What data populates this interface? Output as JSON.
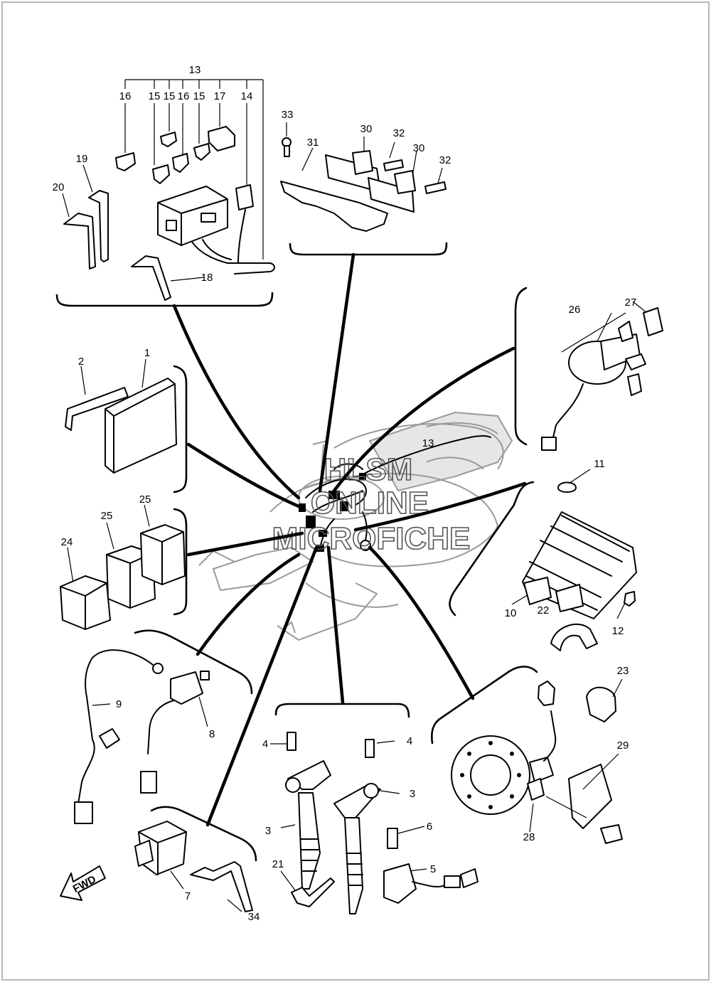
{
  "labels": {
    "l1": "1",
    "l2": "2",
    "l3a": "3",
    "l3b": "3",
    "l4a": "4",
    "l4b": "4",
    "l5": "5",
    "l6": "6",
    "l7": "7",
    "l8": "8",
    "l9": "9",
    "l10": "10",
    "l11": "11",
    "l12": "12",
    "l13a": "13",
    "l13b": "13",
    "l14": "14",
    "l15a": "15",
    "l15b": "15",
    "l15c": "15",
    "l16a": "16",
    "l16b": "16",
    "l17": "17",
    "l18": "18",
    "l19": "19",
    "l20": "20",
    "l21": "21",
    "l22": "22",
    "l23": "23",
    "l24": "24",
    "l25a": "25",
    "l25b": "25",
    "l26": "26",
    "l27": "27",
    "l28": "28",
    "l29": "29",
    "l30a": "30",
    "l30b": "30",
    "l31": "31",
    "l32a": "32",
    "l32b": "32",
    "l33": "33",
    "l34": "34"
  },
  "watermark": {
    "line1": "HLSM",
    "line2": "ONLINE",
    "line3": "MICROFICHE"
  },
  "fwd_label": "FWD"
}
